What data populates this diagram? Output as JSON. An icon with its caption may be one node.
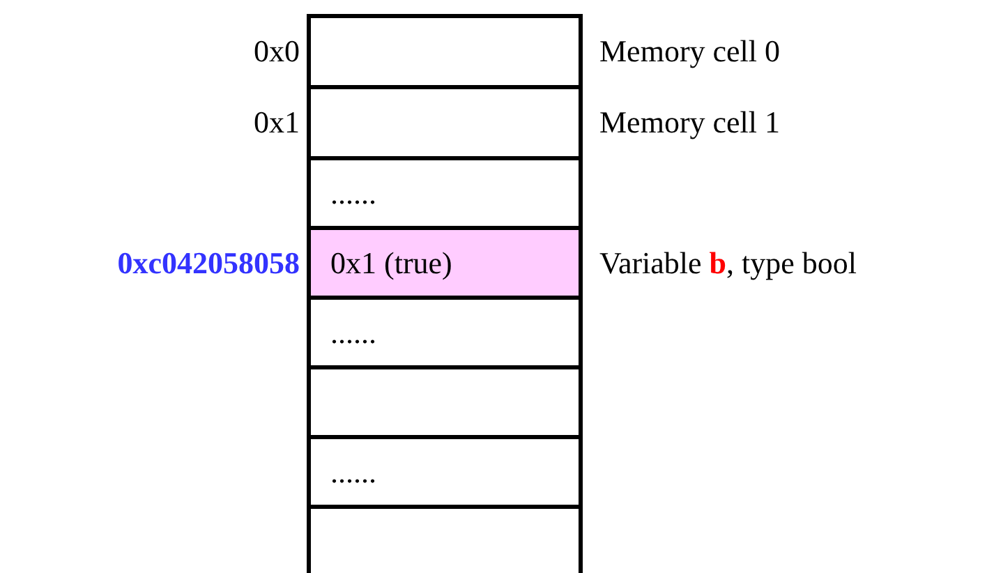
{
  "diagram": {
    "nodes": [
      {
        "text": [],
        "shape": "box",
        "beside": [
          "0x0",
          "Memory cell 0"
        ]
      },
      {
        "text": [],
        "shape": "box",
        "beside": [
          "0x1",
          "Memory cell 1"
        ]
      },
      {
        "text": [
          "......"
        ]
      },
      {
        "text": [
          "0x1 (true)"
        ],
        "beside": [
          "0xc042058058",
          "Variable **b**, type bool"
        ]
      },
      {
        "text": [
          "......"
        ]
      },
      {
        "text": [],
        "shape": "box"
      },
      {
        "text": [
          "......"
        ]
      },
      {
        "text": [],
        "shape": "box"
      }
    ]
  }
}
